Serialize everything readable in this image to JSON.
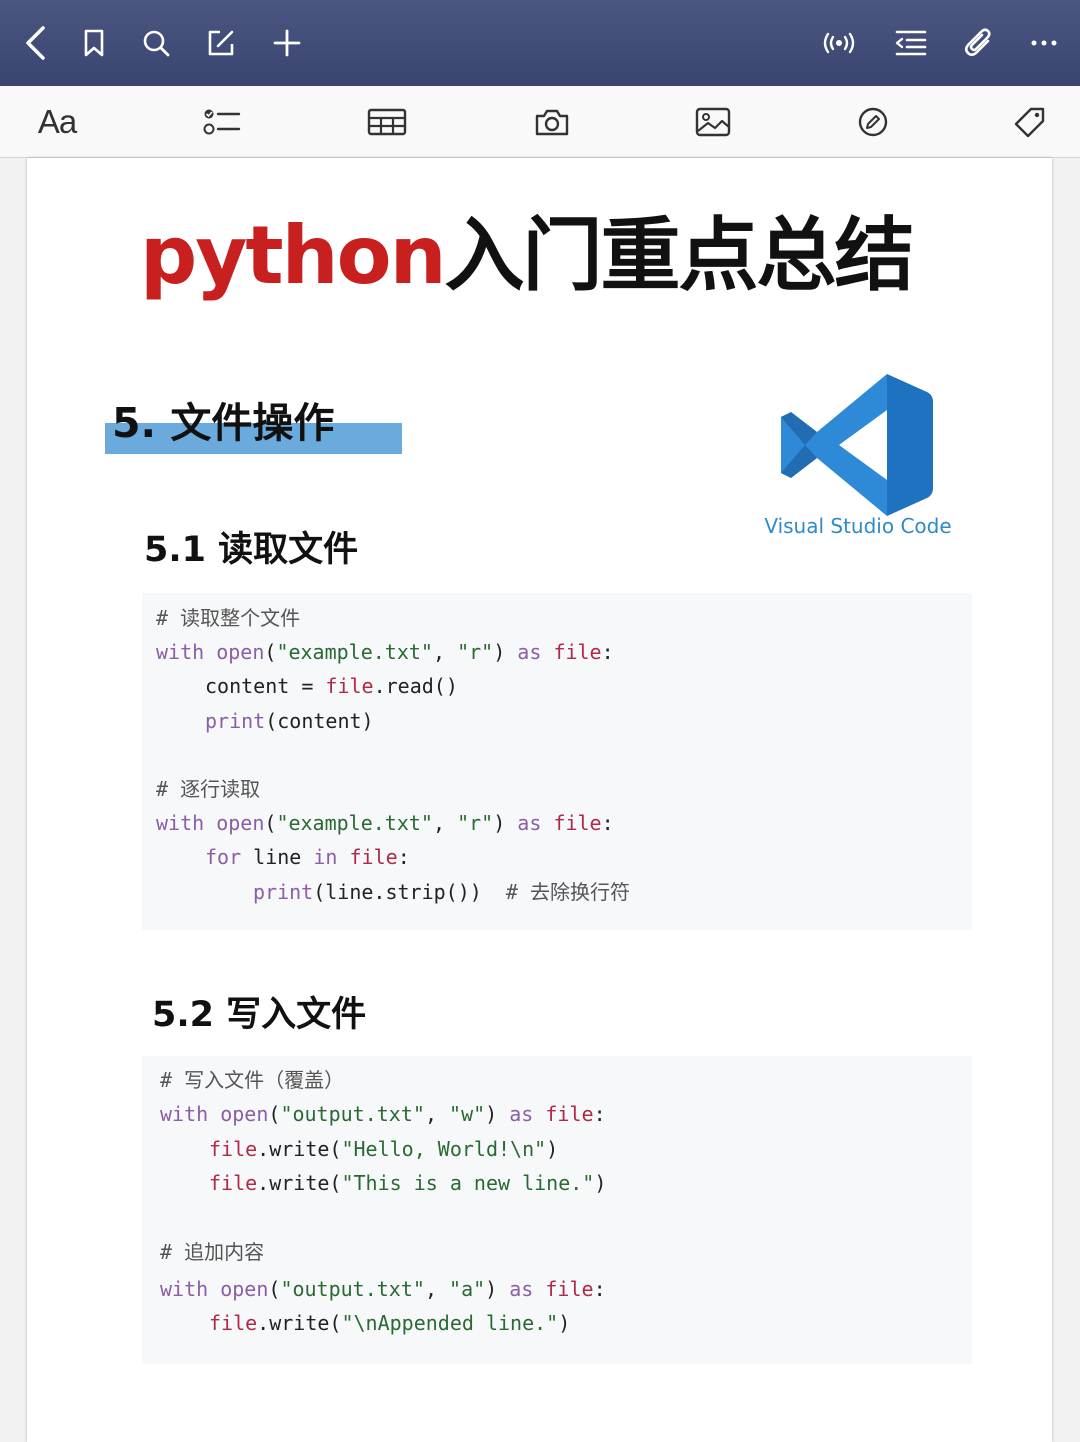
{
  "topbar": {
    "icons": [
      "back-icon",
      "bookmark-icon",
      "search-icon",
      "edit-icon",
      "add-icon",
      "broadcast-icon",
      "outline-icon",
      "attachment-icon",
      "more-icon"
    ]
  },
  "toolbar": {
    "font_label": "Aa",
    "icons": [
      "checklist-icon",
      "table-icon",
      "camera-icon",
      "image-icon",
      "pen-icon",
      "tag-icon"
    ]
  },
  "doc": {
    "title_en": "python",
    "title_zh": "入门重点总结",
    "section": "5. 文件操作",
    "logo_text": "Visual Studio Code",
    "sub1": "5.1 读取文件",
    "sub2": "5.2 写入文件"
  },
  "code1": {
    "c1": "# 读取整个文件",
    "l1_kw": "with",
    "l1_fn": "open",
    "l1_a": "(",
    "l1_s1": "\"example.txt\"",
    "l1_b": ", ",
    "l1_s2": "\"r\"",
    "l1_c": ") ",
    "l1_as": "as",
    "l1_file": "file",
    "l1_colon": ":",
    "l2_a": "content = ",
    "l2_file": "file",
    "l2_b": ".read()",
    "l3_fn": "print",
    "l3_a": "(content)",
    "c2": "# 逐行读取",
    "l5_kw": "with",
    "l5_fn": "open",
    "l5_a": "(",
    "l5_s1": "\"example.txt\"",
    "l5_b": ", ",
    "l5_s2": "\"r\"",
    "l5_c": ") ",
    "l5_as": "as",
    "l5_file": "file",
    "l5_colon": ":",
    "l6_for": "for",
    "l6_a": " line ",
    "l6_in": "in",
    "l6_file": "file",
    "l6_colon": ":",
    "l7_fn": "print",
    "l7_a": "(line.strip())",
    "l7_cmt": "# 去除换行符"
  },
  "code2": {
    "c1": "# 写入文件（覆盖）",
    "l1_kw": "with",
    "l1_fn": "open",
    "l1_a": "(",
    "l1_s1": "\"output.txt\"",
    "l1_b": ", ",
    "l1_s2": "\"w\"",
    "l1_c": ") ",
    "l1_as": "as",
    "l1_file": "file",
    "l1_colon": ":",
    "l2_file": "file",
    "l2_a": ".write(",
    "l2_s": "\"Hello, World!\\n\"",
    "l2_b": ")",
    "l3_file": "file",
    "l3_a": ".write(",
    "l3_s": "\"This is a new line.\"",
    "l3_b": ")",
    "c2": "# 追加内容",
    "l5_kw": "with",
    "l5_fn": "open",
    "l5_a": "(",
    "l5_s1": "\"output.txt\"",
    "l5_b": ", ",
    "l5_s2": "\"a\"",
    "l5_c": ") ",
    "l5_as": "as",
    "l5_file": "file",
    "l5_colon": ":",
    "l6_file": "file",
    "l6_a": ".write(",
    "l6_s": "\"\\nAppended line.\"",
    "l6_b": ")"
  },
  "colors": {
    "topbar": "#434d79",
    "title_red": "#c8201f",
    "section_bar": "#6aaadc",
    "vscode_blue": "#2f8bc8"
  }
}
